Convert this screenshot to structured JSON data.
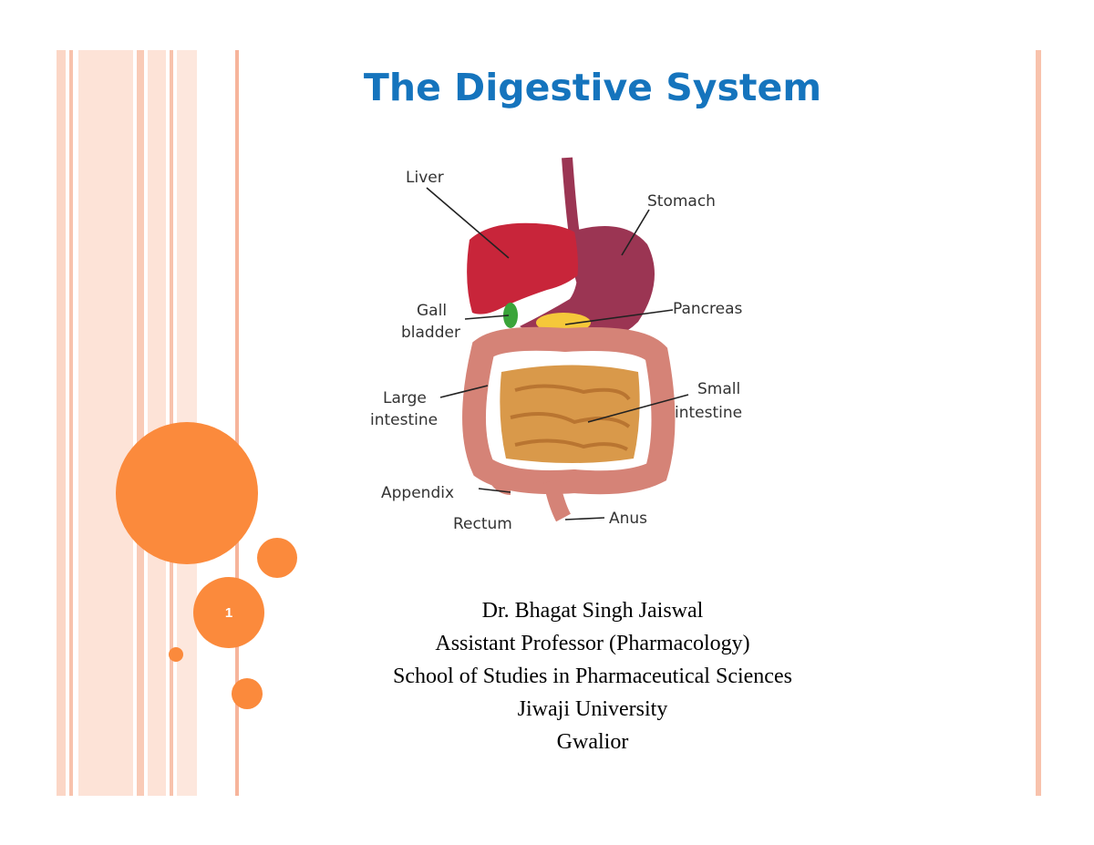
{
  "slide": {
    "title": "The Digestive System",
    "number": "1"
  },
  "diagram": {
    "labels": {
      "liver": "Liver",
      "stomach": "Stomach",
      "gall_1": "Gall",
      "gall_2": "bladder",
      "pancreas": "Pancreas",
      "large_1": "Large",
      "large_2": "intestine",
      "small_1": "Small",
      "small_2": "intestine",
      "appendix": "Appendix",
      "rectum": "Rectum",
      "anus": "Anus"
    }
  },
  "credits": {
    "name": "Dr. Bhagat Singh Jaiswal",
    "position": "Assistant Professor (Pharmacology)",
    "school": "School of Studies in Pharmaceutical Sciences",
    "university": "Jiwaji University",
    "city": "Gwalior"
  },
  "colors": {
    "accent": "#fb8a3c",
    "title": "#1574bd",
    "stripe": "#f8c2ac"
  }
}
